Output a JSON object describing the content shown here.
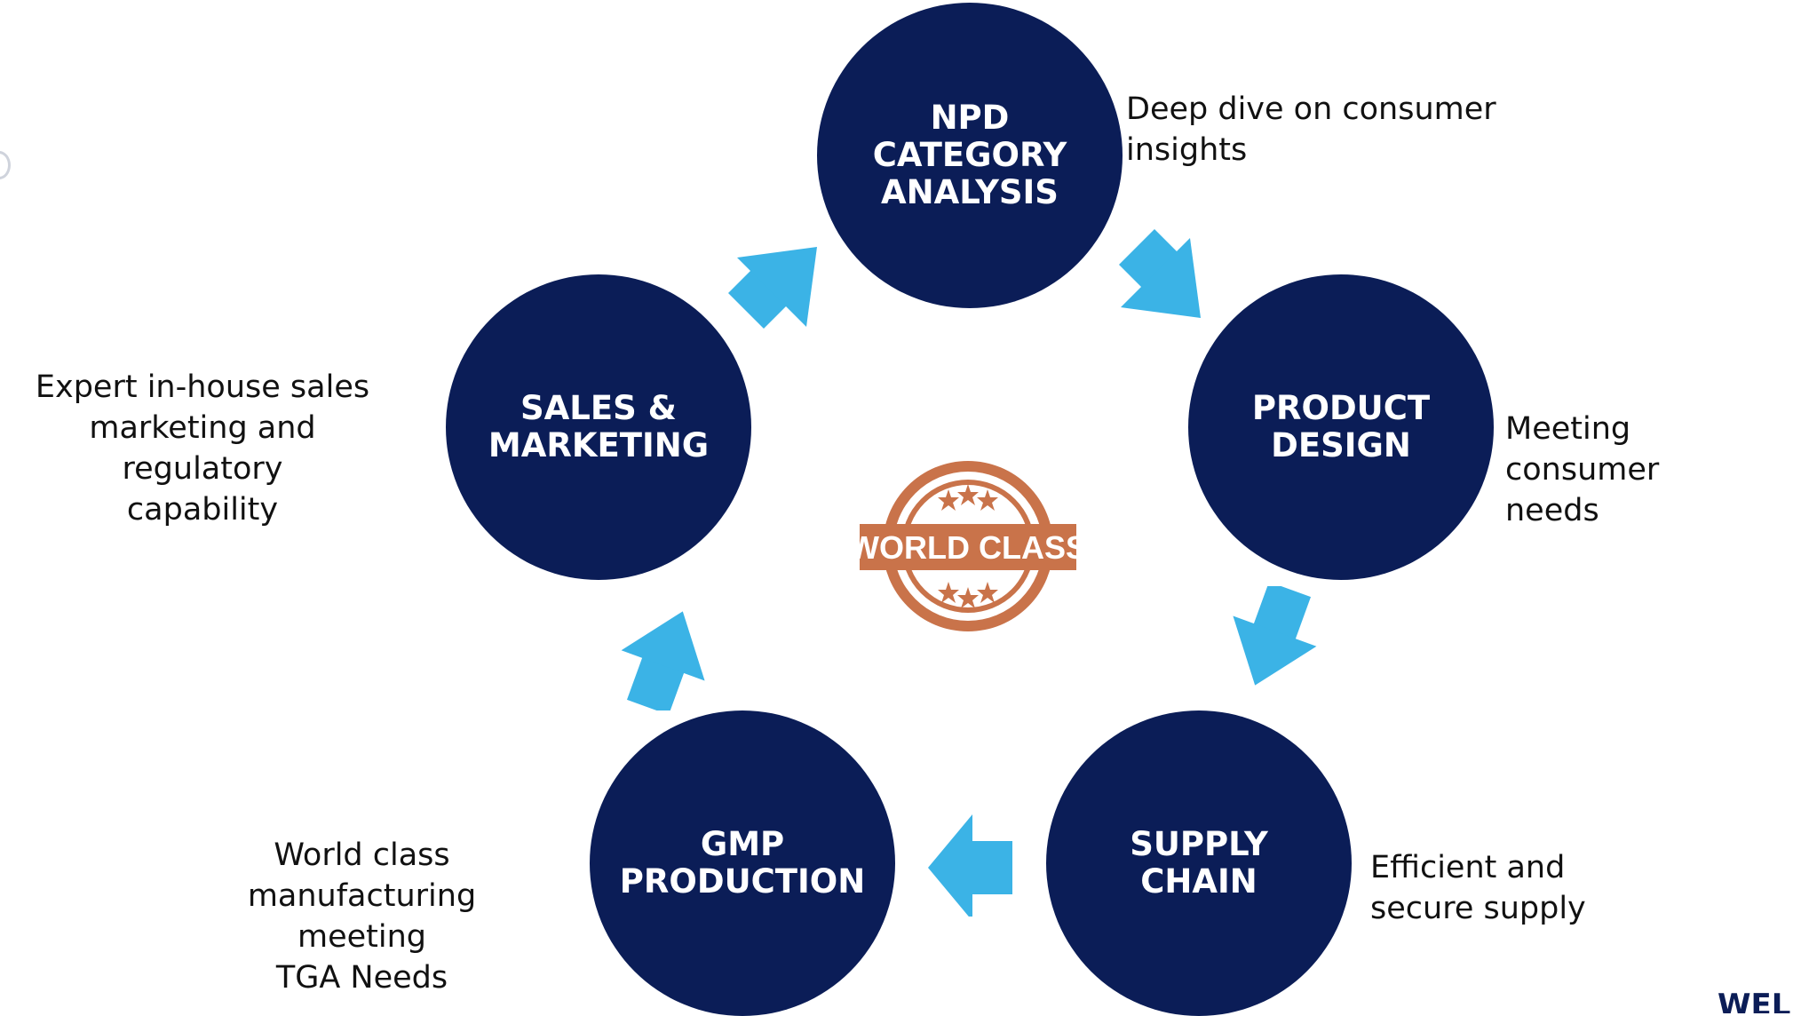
{
  "nodes": {
    "npd": "NPD\nCATEGORY\nANALYSIS",
    "product_design": "PRODUCT\nDESIGN",
    "supply_chain": "SUPPLY\nCHAIN",
    "gmp_production": "GMP\nPRODUCTION",
    "sales_marketing": "SALES &\nMARKETING"
  },
  "descriptions": {
    "npd": "Deep dive on consumer\ninsights",
    "product_design": "Meeting consumer\nneeds",
    "supply_chain": "Efficient and\nsecure supply",
    "gmp_production": "World class\nmanufacturing meeting\nTGA Needs",
    "sales_marketing": "Expert in-house sales\nmarketing and regulatory\ncapability"
  },
  "seal": {
    "text": "WORLD CLASS"
  },
  "logo": {
    "text": "WEL"
  },
  "colors": {
    "node_fill": "#0b1d57",
    "arrow_fill": "#3bb3e6",
    "seal_fill": "#c9734a"
  }
}
